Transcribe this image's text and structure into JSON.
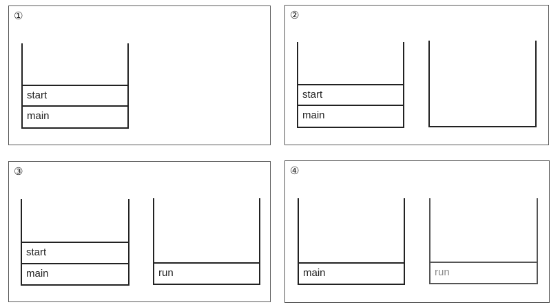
{
  "panels": [
    {
      "number": "①",
      "stacks": [
        {
          "frames": [
            "start",
            "main"
          ]
        }
      ]
    },
    {
      "number": "②",
      "stacks": [
        {
          "frames": [
            "start",
            "main"
          ]
        },
        {
          "frames": []
        }
      ]
    },
    {
      "number": "③",
      "stacks": [
        {
          "frames": [
            "start",
            "main"
          ]
        },
        {
          "frames": [
            "run"
          ]
        }
      ]
    },
    {
      "number": "④",
      "stacks": [
        {
          "frames": [
            "main"
          ]
        },
        {
          "frames": [
            "run"
          ],
          "faded": true
        }
      ]
    }
  ]
}
